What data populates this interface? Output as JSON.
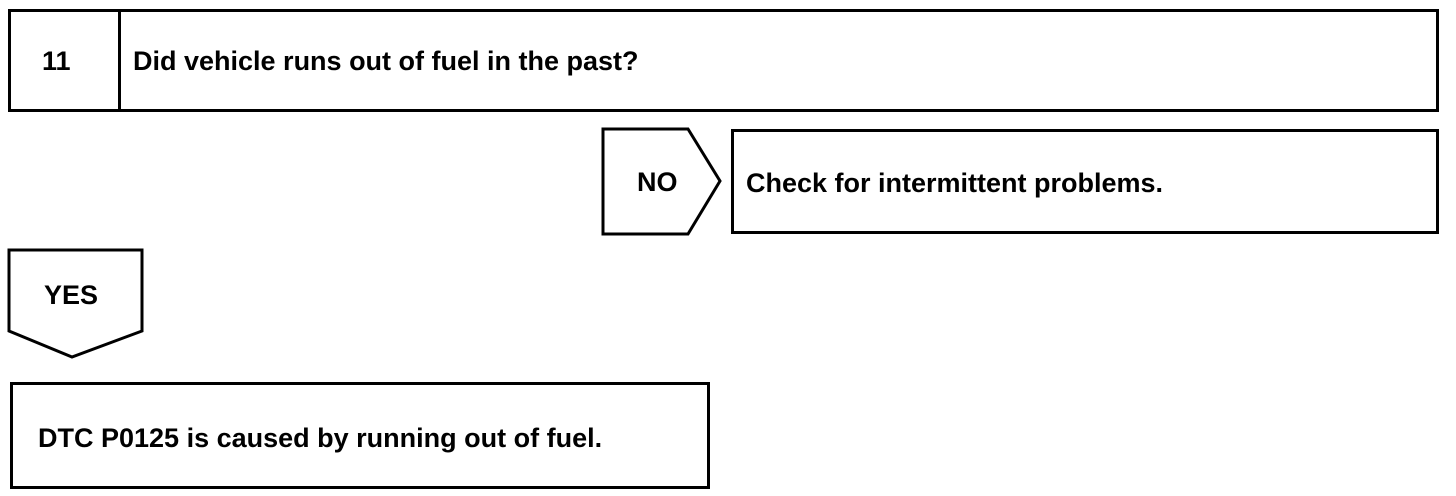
{
  "step": {
    "number": "11",
    "question": "Did vehicle runs out of fuel in the past?"
  },
  "branch_no": {
    "label": "NO",
    "result": "Check for intermittent problems."
  },
  "branch_yes": {
    "label": "YES",
    "result": "DTC P0125 is caused by running out of fuel."
  },
  "colors": {
    "stroke": "#000000",
    "background": "#ffffff"
  }
}
